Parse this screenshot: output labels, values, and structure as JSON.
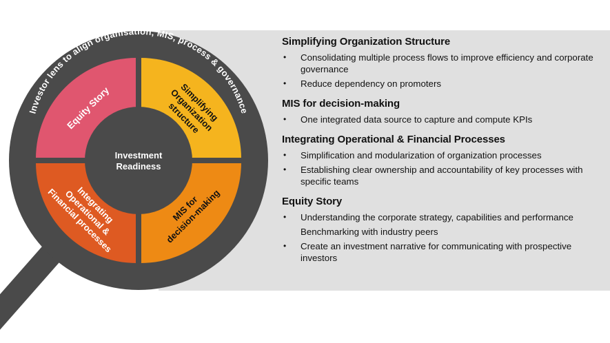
{
  "lens": {
    "ring_text": "Investor lens to align organisation, MIS, process & governance",
    "center_line1": "Investment",
    "center_line2": "Readiness"
  },
  "quadrants": {
    "equity_story": "Equity Story",
    "simplifying": [
      "Simplifying",
      "Organization",
      "structure"
    ],
    "mis": [
      "MIS for",
      "decision-making"
    ],
    "integrating": [
      "Integrating",
      "Operational &",
      "Financial processes"
    ]
  },
  "colors": {
    "ring": "#4a4a4a",
    "center": "#4a4a4a",
    "equity": "#e0566f",
    "simplifying": "#f5b41e",
    "mis": "#ee8a14",
    "integrating": "#de5a22",
    "panel": "#e0e0e0"
  },
  "sections": [
    {
      "title": "Simplifying Organization Structure",
      "bullets": [
        {
          "text": "Consolidating multiple process flows to improve efficiency and corporate governance",
          "bullet": true
        },
        {
          "text": "Reduce dependency on promoters",
          "bullet": true
        }
      ]
    },
    {
      "title": "MIS for decision-making",
      "bullets": [
        {
          "text": "One integrated data source to capture and compute KPIs",
          "bullet": true
        }
      ]
    },
    {
      "title": "Integrating Operational & Financial Processes",
      "bullets": [
        {
          "text": "Simplification and modularization of organization processes",
          "bullet": true
        },
        {
          "text": "Establishing clear ownership and accountability of key processes with specific teams",
          "bullet": true
        }
      ]
    },
    {
      "title": "Equity Story",
      "bullets": [
        {
          "text": "Understanding the corporate strategy, capabilities and performance",
          "bullet": true
        },
        {
          "text": "Benchmarking with industry peers",
          "bullet": false
        },
        {
          "text": "Create an investment narrative for communicating with prospective investors",
          "bullet": true
        }
      ]
    }
  ]
}
